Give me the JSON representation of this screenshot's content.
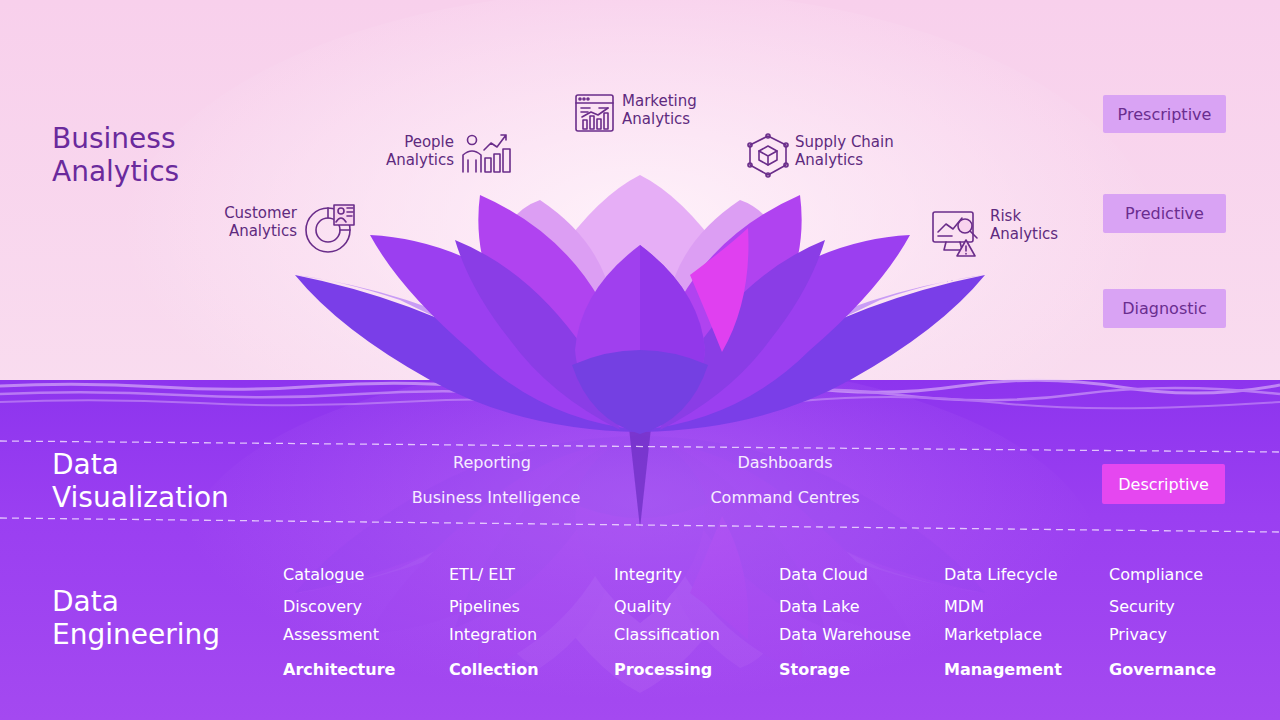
{
  "diagram": {
    "nodes": [
      {
        "text": [
          "Prescriptive"
        ]
      },
      {
        "text": [
          "Predictive"
        ]
      },
      {
        "text": [
          "Diagnostic"
        ]
      },
      {
        "text": [
          "Descriptive"
        ]
      }
    ],
    "labels": [
      "Business Analytics",
      "Customer Analytics",
      "People Analytics",
      "Marketing Analytics",
      "Supply Chain Analytics",
      "Risk Analytics",
      "Data Visualization",
      "Reporting",
      "Dashboards",
      "Business Intelligence",
      "Command Centres",
      "Data Engineering",
      "Catalogue",
      "Discovery",
      "Assessment",
      "Architecture",
      "ETL/ ELT",
      "Pipelines",
      "Integration",
      "Collection",
      "Integrity",
      "Quality",
      "Classification",
      "Processing",
      "Data Cloud",
      "Data Lake",
      "Data Warehouse",
      "Storage",
      "Data Lifecycle",
      "MDM",
      "Marketplace",
      "Management",
      "Compliance",
      "Security",
      "Privacy",
      "Governance"
    ]
  }
}
